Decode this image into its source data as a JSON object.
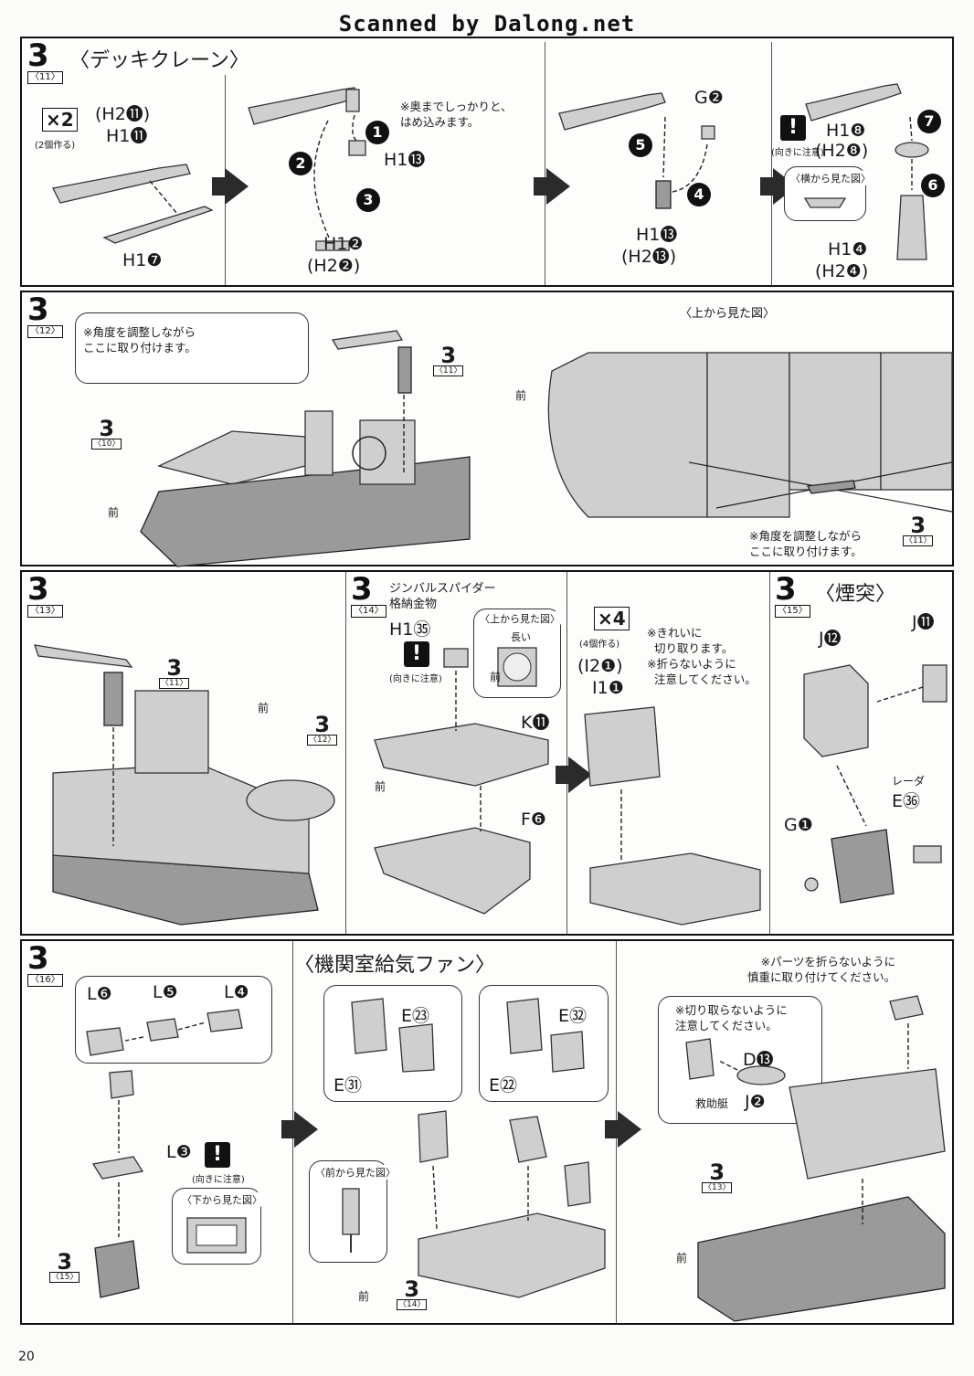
{
  "header": {
    "scanner_credit": "Scanned by Dalong.net"
  },
  "page_number": "20",
  "panel1": {
    "step": {
      "num": "3",
      "sub": "〈11〉"
    },
    "title": "〈デッキクレーン〉",
    "qty_badge": "×2",
    "qty_note": "(2個作る)",
    "part_h2_11": "(H2⓫)",
    "part_h1_11": "H1⓫",
    "part_h1_7": "H1❼",
    "note_press": "※奥までしっかりと、\nはめ込みます。",
    "part_h1_13": "H1⓭",
    "part_h1_2": "H1❷",
    "part_h2_2": "(H2❷)",
    "part_g2": "G❷",
    "part_h1_13b": "H1⓭",
    "part_h2_13": "(H2⓭)",
    "warn_icon": "!",
    "warn_note": "(向きに注意)",
    "side_view": "〈横から見た図〉",
    "part_h1_8": "H1❽",
    "part_h2_8": "(H2❽)",
    "part_h1_4": "H1❹",
    "part_h2_4": "(H2❹)",
    "steps": [
      "1",
      "2",
      "3",
      "4",
      "5",
      "6",
      "7"
    ]
  },
  "panel2": {
    "step": {
      "num": "3",
      "sub": "〈12〉"
    },
    "note_angle": "※角度を調整しながら\nここに取り付けます。",
    "ref_11": {
      "num": "3",
      "sub": "〈11〉"
    },
    "ref_10": {
      "num": "3",
      "sub": "〈10〉"
    },
    "front": "前",
    "top_view": "〈上から見た図〉",
    "front2": "前",
    "note_angle2": "※角度を調整しながら\nここに取り付けます。",
    "ref_11b": {
      "num": "3",
      "sub": "〈11〉"
    }
  },
  "panel3": {
    "step13": {
      "num": "3",
      "sub": "〈13〉"
    },
    "ref_11": {
      "num": "3",
      "sub": "〈11〉"
    },
    "front": "前",
    "ref_12": {
      "num": "3",
      "sub": "〈12〉"
    },
    "step14": {
      "num": "3",
      "sub": "〈14〉"
    },
    "spider_label": "ジンバルスパイダー\n格納金物",
    "part_h1_35": "H1㉟",
    "warn_icon": "!",
    "warn_note": "(向きに注意)",
    "top_view": "〈上から見た図〉",
    "long": "長い",
    "front_a": "前",
    "part_k11": "K⓫",
    "front_b": "前",
    "part_f6": "F❻",
    "qty_badge": "×4",
    "qty_note": "(4個作る)",
    "note_cut": "※きれいに\n  切り取ります。\n※折らないように\n  注意してください。",
    "part_i2_1": "(I2❶)",
    "part_i1_1": "I1❶",
    "step15": {
      "num": "3",
      "sub": "〈15〉"
    },
    "title15": "〈煙突〉",
    "part_j12": "J⓬",
    "part_j11": "J⓫",
    "radar": "レーダ",
    "part_e36": "E㊱",
    "part_g1": "G❶"
  },
  "panel4": {
    "step16": {
      "num": "3",
      "sub": "〈16〉"
    },
    "title": "〈機関室給気ファン〉",
    "part_l6": "L❻",
    "part_l5": "L❺",
    "part_l4": "L❹",
    "part_l3": "L❸",
    "warn_icon": "!",
    "warn_note": "(向きに注意)",
    "bottom_view": "〈下から見た図〉",
    "ref_15": {
      "num": "3",
      "sub": "〈15〉"
    },
    "part_e23": "E㉓",
    "part_e31": "E㉛",
    "part_e32": "E㉜",
    "part_e22": "E㉒",
    "front_view": "〈前から見た図〉",
    "front": "前",
    "ref_14": {
      "num": "3",
      "sub": "〈14〉"
    },
    "note_fold": "※パーツを折らないように\n慎重に取り付けてください。",
    "note_nocut": "※切り取らないように\n注意してください。",
    "part_d13": "D⓭",
    "lifeboat": "救助艇",
    "part_j2": "J❷",
    "ref_13": {
      "num": "3",
      "sub": "〈13〉"
    },
    "front2": "前"
  }
}
